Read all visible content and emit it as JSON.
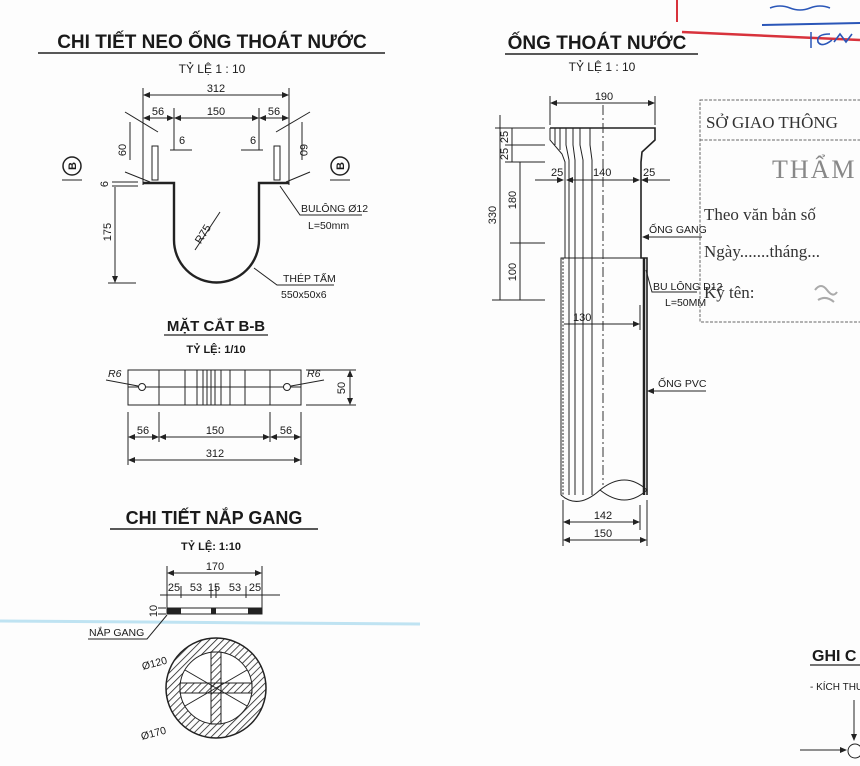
{
  "anchor_detail": {
    "title": "CHI TIẾT NEO ỐNG THOÁT NƯỚC",
    "scale": "TỶ LỆ 1 : 10",
    "dims": {
      "total": "312",
      "side_left": "56",
      "middle": "150",
      "side_right": "56",
      "plate_thk_left": "6",
      "plate_thk_right": "6",
      "bolt_left": "60",
      "bolt_right": "60",
      "flange": "6",
      "height": "175",
      "radius": "R75"
    },
    "section_marker": "B",
    "bolt_label": "BULÔNG Ø12",
    "bolt_length": "L=50mm",
    "plate_label": "THÉP TẤM",
    "plate_size": "550x50x6"
  },
  "section_bb": {
    "title": "MẶT CẮT B-B",
    "scale": "TỶ LỆ: 1/10",
    "dims": {
      "r_left": "R6",
      "r_right": "R6",
      "height": "50",
      "side_left": "56",
      "middle": "150",
      "side_right": "56",
      "total": "312"
    }
  },
  "cover_detail": {
    "title": "CHI TIẾT NẮP GANG",
    "scale": "TỶ LỆ: 1:10",
    "dims": {
      "total": "170",
      "a": "25",
      "b": "53",
      "c": "15",
      "d": "53",
      "e": "25",
      "thk": "10",
      "inner_dia": "Ø120",
      "outer_dia": "Ø170"
    },
    "cover_label": "NẮP GANG"
  },
  "drain_pipe": {
    "title": "ỐNG THOÁT NƯỚC",
    "scale": "TỶ LỆ 1 : 10",
    "dims": {
      "head": "190",
      "h1": "25",
      "h2": "25",
      "total_h": "330",
      "upper_h": "180",
      "lower_h": "100",
      "wall_l": "25",
      "inner": "140",
      "wall_r": "25",
      "pvc_inner": "130",
      "d142": "142",
      "d150": "150"
    },
    "cast_pipe_label": "ỐNG GANG",
    "bolt_label": "BU LÔNG D12",
    "bolt_length": "L=50MM",
    "pvc_label": "ỐNG PVC"
  },
  "approval_stamp": {
    "org": "SỞ GIAO THÔNG",
    "heading": "THẨM",
    "doc_line": "Theo văn bản số",
    "date_line": "Ngày.......tháng...",
    "sign_line": "Ký tên:"
  },
  "notes": {
    "title": "GHI C",
    "line1": "- KÍCH THƯ"
  },
  "colors": {
    "ink": "#1a1a1a",
    "stamp_red": "#d8323c",
    "stamp_blue": "#2a56b8",
    "scan_cyan": "#bfe3f2"
  }
}
